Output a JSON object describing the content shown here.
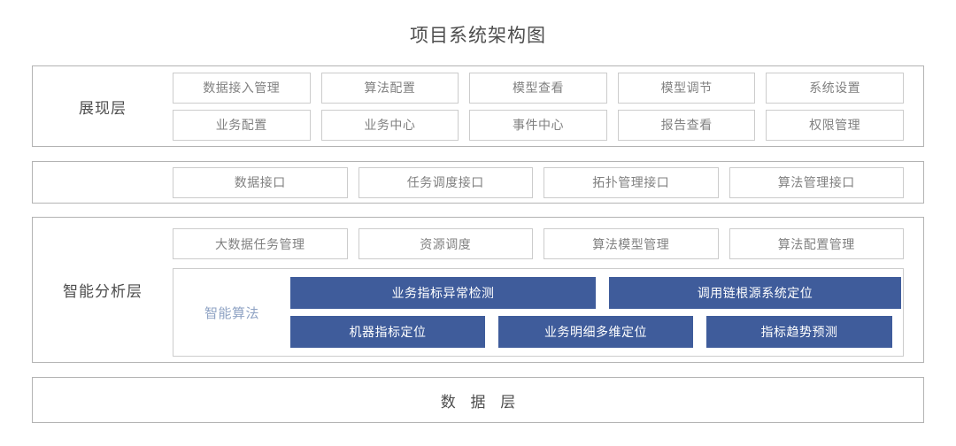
{
  "title": "项目系统架构图",
  "accent_blue": "#3f5c9b",
  "border_gray": "#cccccc",
  "frame_gray": "#b3b3b3",
  "text_gray": "#808080",
  "caption_gray": "#4d4d4d",
  "algo_caption_color": "#8fa3c4",
  "layers": {
    "presentation": {
      "caption": "展现层",
      "rows": [
        [
          {
            "label": "数据接入管理"
          },
          {
            "label": "算法配置"
          },
          {
            "label": "模型查看"
          },
          {
            "label": "模型调节"
          },
          {
            "label": "系统设置"
          }
        ],
        [
          {
            "label": "业务配置"
          },
          {
            "label": "业务中心"
          },
          {
            "label": "事件中心"
          },
          {
            "label": "报告查看"
          },
          {
            "label": "权限管理"
          }
        ]
      ]
    },
    "interface": {
      "caption": "",
      "rows": [
        [
          {
            "label": "数据接口"
          },
          {
            "label": "任务调度接口"
          },
          {
            "label": "拓扑管理接口"
          },
          {
            "label": "算法管理接口"
          }
        ]
      ]
    },
    "analysis": {
      "caption": "智能分析层",
      "rows": [
        [
          {
            "label": "大数据任务管理"
          },
          {
            "label": "资源调度"
          },
          {
            "label": "算法模型管理"
          },
          {
            "label": "算法配置管理"
          }
        ]
      ],
      "algo_panel": {
        "caption": "智能算法",
        "rows": [
          [
            {
              "label": "业务指标异常检测"
            },
            {
              "label": "调用链根源系统定位"
            }
          ],
          [
            {
              "label": "机器指标定位"
            },
            {
              "label": "业务明细多维定位"
            },
            {
              "label": "指标趋势预测"
            }
          ]
        ]
      }
    },
    "data": {
      "caption": "数 据 层"
    }
  }
}
